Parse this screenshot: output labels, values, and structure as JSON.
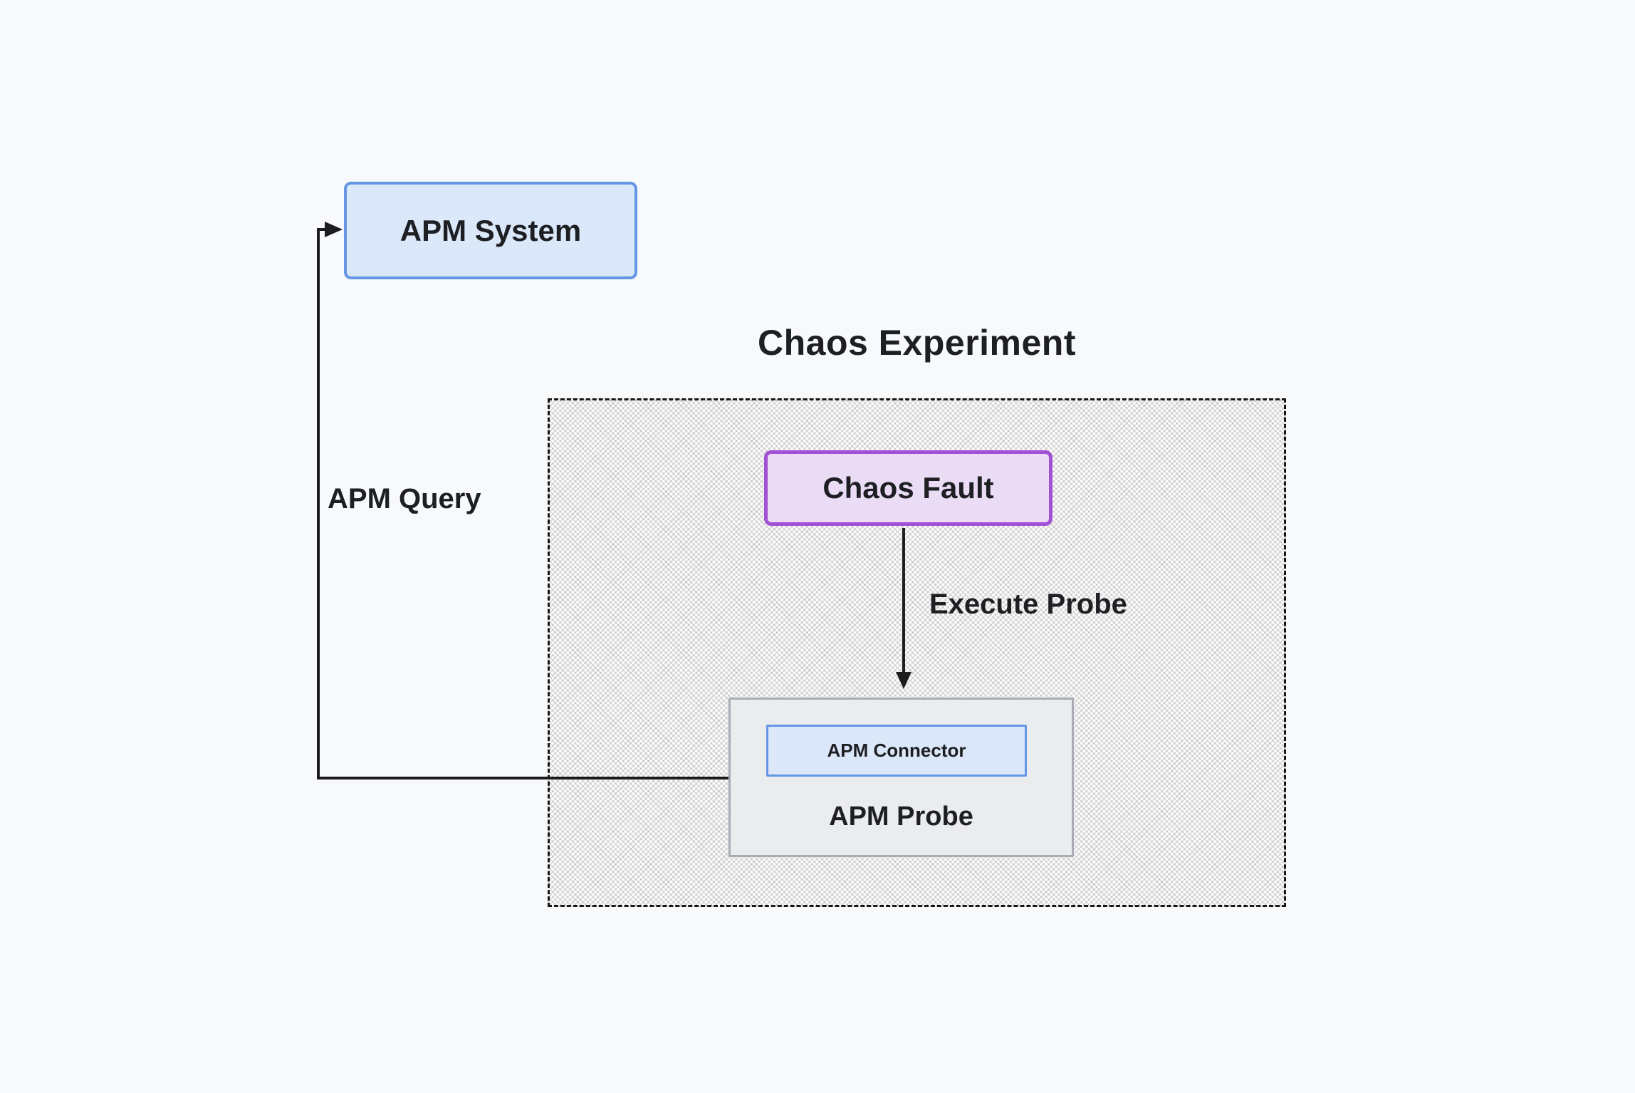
{
  "diagram": {
    "type": "flowchart",
    "background": "#f8f9fb",
    "subgraph": {
      "title": "Chaos Experiment",
      "border_style": "dashed",
      "border_color": "#161616",
      "fill_pattern": "diagonal-crosshatch"
    },
    "nodes": {
      "apm_system": {
        "label": "APM System",
        "fill": "#dbe8f9",
        "border": "#6596e4"
      },
      "chaos_fault": {
        "label": "Chaos Fault",
        "fill": "#e9dcf4",
        "border": "#a251d4"
      },
      "apm_probe": {
        "label": "APM Probe",
        "fill": "#ebecee",
        "border": "#a7acb5"
      },
      "apm_connector": {
        "label": "APM Connector",
        "fill": "#dbe8f9",
        "border": "#6596e4"
      }
    },
    "edges": {
      "execute_probe": {
        "label": "Execute Probe",
        "from": "chaos_fault",
        "to": "apm_probe",
        "color": "#1c1c1e"
      },
      "apm_query": {
        "label": "APM Query",
        "from": "apm_connector",
        "to": "apm_system",
        "color": "#1c1c1e"
      }
    }
  }
}
